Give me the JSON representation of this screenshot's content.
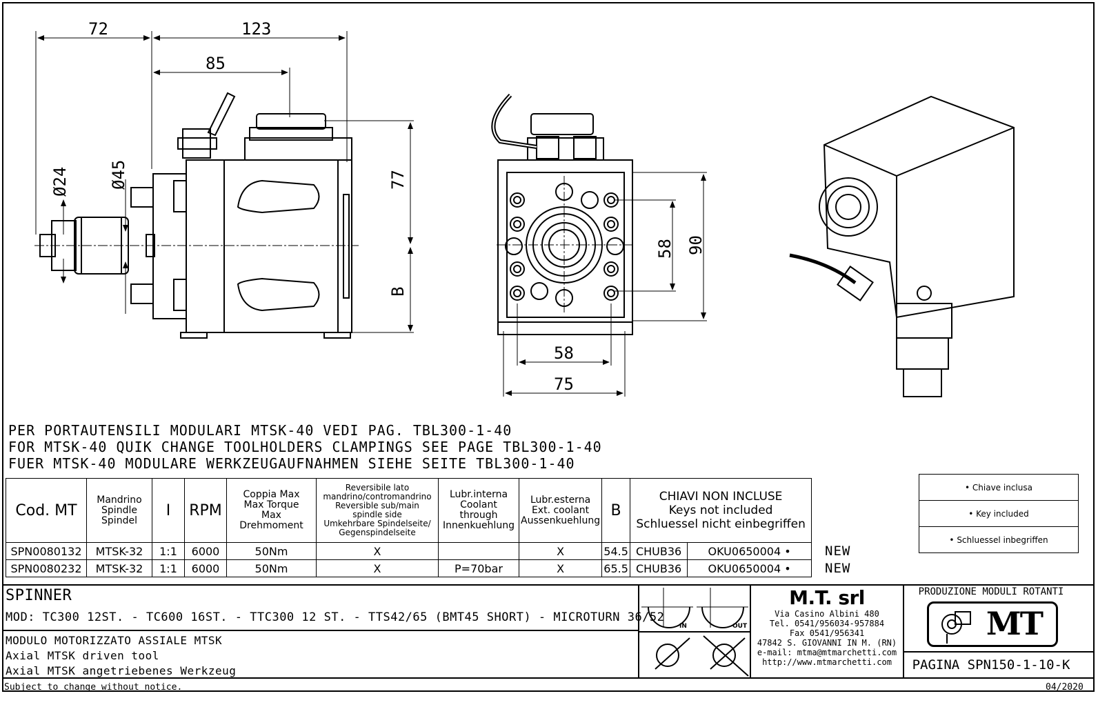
{
  "dimensions": {
    "d72": "72",
    "d123": "123",
    "d85": "85",
    "d77": "77",
    "dB": "B",
    "d24": "Ø24",
    "d45": "Ø45",
    "d58h": "58",
    "d90": "90",
    "d58w": "58",
    "d75": "75"
  },
  "notes": [
    "PER PORTAUTENSILI MODULARI MTSK-40 VEDI PAG. TBL300-1-40",
    "FOR MTSK-40 QUIK CHANGE TOOLHOLDERS CLAMPINGS SEE PAGE TBL300-1-40",
    "FUER MTSK-40 MODULARE WERKZEUGAUFNAHMEN SIEHE SEITE TBL300-1-40"
  ],
  "table": {
    "headers": {
      "cod": "Cod. MT",
      "mandrino": [
        "Mandrino",
        "Spindle",
        "Spindel"
      ],
      "i": "I",
      "rpm": "RPM",
      "coppia": [
        "Coppia Max",
        "Max Torque",
        "Max Drehmoment"
      ],
      "reversible": [
        "Reversibile lato",
        "mandrino/contromandrino",
        "Reversible sub/main",
        "spindle side",
        "Umkehrbare Spindelseite/",
        "Gegenspindelseite"
      ],
      "lubr_int": [
        "Lubr.interna",
        "Coolant through",
        "Innenkuehlung"
      ],
      "lubr_ext": [
        "Lubr.esterna",
        "Ext. coolant",
        "Aussenkuehlung"
      ],
      "b": "B",
      "chiavi": [
        "CHIAVI NON INCLUSE",
        "Keys not included",
        "Schluessel nicht einbegriffen"
      ]
    },
    "rows": [
      {
        "cod": "SPN0080132",
        "mandrino": "MTSK-32",
        "i": "1:1",
        "rpm": "6000",
        "coppia": "50Nm",
        "reversible": "X",
        "lubr_int": "",
        "lubr_ext": "X",
        "b": "54.5",
        "key1": "CHUB36",
        "key2": "OKU0650004 •",
        "tag": "NEW"
      },
      {
        "cod": "SPN0080232",
        "mandrino": "MTSK-32",
        "i": "1:1",
        "rpm": "6000",
        "coppia": "50Nm",
        "reversible": "X",
        "lubr_int": "P=70bar",
        "lubr_ext": "X",
        "b": "65.5",
        "key1": "CHUB36",
        "key2": "OKU0650004 •",
        "tag": "NEW"
      }
    ]
  },
  "legend": [
    "• Chiave inclusa",
    "• Key included",
    "• Schluessel inbegriffen"
  ],
  "title_block": {
    "title": "SPINNER",
    "models": "MOD: TC300 12ST. - TC600 16ST. - TTC300 12 ST. - TTS42/65 (BMT45 SHORT) - MICROTURN 36/52",
    "desc": [
      "MODULO MOTORIZZATO ASSIALE MTSK",
      "Axial MTSK driven tool",
      "Axial MTSK angetriebenes Werkzeug"
    ],
    "rot_in": "IN",
    "rot_out": "OUT"
  },
  "company": {
    "name": "M.T. srl",
    "address": [
      "Via Casino Albini 480",
      "Tel. 0541/956034-957884",
      "Fax 0541/956341",
      "47842 S. GIOVANNI IN M. (RN)",
      "e-mail: mtma@mtmarchetti.com",
      "http://www.mtmarchetti.com"
    ]
  },
  "production": "PRODUZIONE MODULI ROTANTI",
  "logo_text": "MT",
  "page_label": "PAGINA SPN150-1-10-K",
  "footer": {
    "disclaimer": "Subject to change without notice.",
    "date": "04/2020"
  }
}
